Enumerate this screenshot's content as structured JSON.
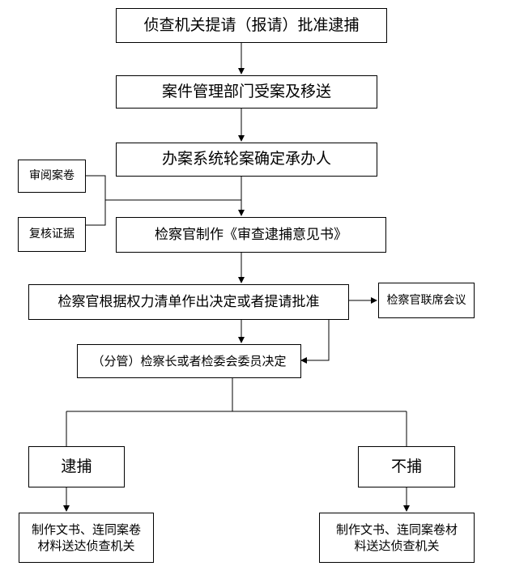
{
  "nodes": {
    "step1": "侦查机关提请（报请）批准逮捕",
    "step2": "案件管理部门受案及移送",
    "step3": "办案系统轮案确定承办人",
    "review_file": "审阅案卷",
    "verify_evidence": "复核证据",
    "step4": "检察官制作《审查逮捕意见书》",
    "step5": "检察官根据权力清单作出决定或者提请批准",
    "joint_meeting": "检察官联席会议",
    "step6": "（分管）检察长或者检委会委员决定",
    "arrest": "逮捕",
    "no_arrest": "不捕",
    "arrest_result": "制作文书、连同案卷材料送达侦查机关",
    "no_arrest_result": "制作文书、连同案卷材料送达侦查机关"
  },
  "colors": {
    "line": "#000000",
    "background": "#ffffff"
  }
}
